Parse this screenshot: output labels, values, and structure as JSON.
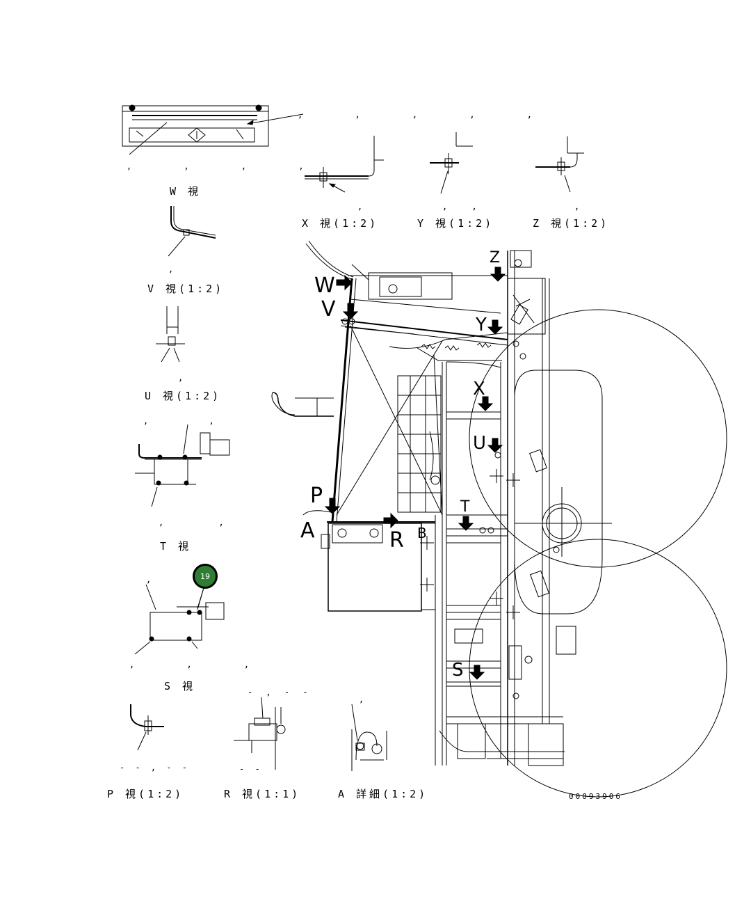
{
  "view_labels": {
    "w": "W 視",
    "x": "X 視(1:2)",
    "y": "Y 視(1:2)",
    "z": "Z 視(1:2)",
    "v": "V 視(1:2)",
    "u": "U 視(1:2)",
    "t": "T 視",
    "s": "S 視",
    "p": "P 視(1:2)",
    "r": "R 視(1:1)",
    "a": "A 詳細(1:2)"
  },
  "main_letters": {
    "w": "W",
    "v": "V",
    "p": "P",
    "a": "A",
    "r": "R",
    "s": "S",
    "x": "X",
    "u": "U",
    "y": "Y",
    "z": "Z",
    "t": "T",
    "b": "B"
  },
  "marks": {
    "top_right": ", , , , ,",
    "w_below": ", , , ,",
    "x_above": ",",
    "y_above": ", ,",
    "z_above": ",",
    "v_above": ",",
    "u_above": ",",
    "t_top": ", ,",
    "t_below": ", ,",
    "s_top": ",",
    "s_below": ", , ,",
    "r_top": "- , - -",
    "a_top": ",",
    "p_below": "- - , - -",
    "r_below": "- -"
  },
  "callout": {
    "number": "19",
    "color": "#2e7d32"
  },
  "document_number": "00093906"
}
